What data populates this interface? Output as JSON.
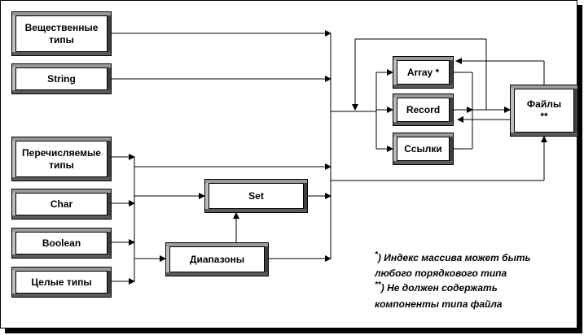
{
  "boxes": {
    "real_types": "Вещественные\nтипы",
    "string": "String",
    "enum_types": "Перечисляемые\nтипы",
    "char": "Char",
    "boolean": "Boolean",
    "integer_types": "Целые типы",
    "set": "Set",
    "ranges": "Диапазоны",
    "array": "Array  *",
    "record": "Record",
    "pointers": "Ссылки",
    "files": "Файлы\n**"
  },
  "notes": {
    "line1_mark": "*",
    "line1": ") Индекс массива может быть",
    "line2": "любого порядкового  типа",
    "line3_mark": "**",
    "line3": ") Не должен содержать",
    "line4": "компоненты  типа файла"
  }
}
